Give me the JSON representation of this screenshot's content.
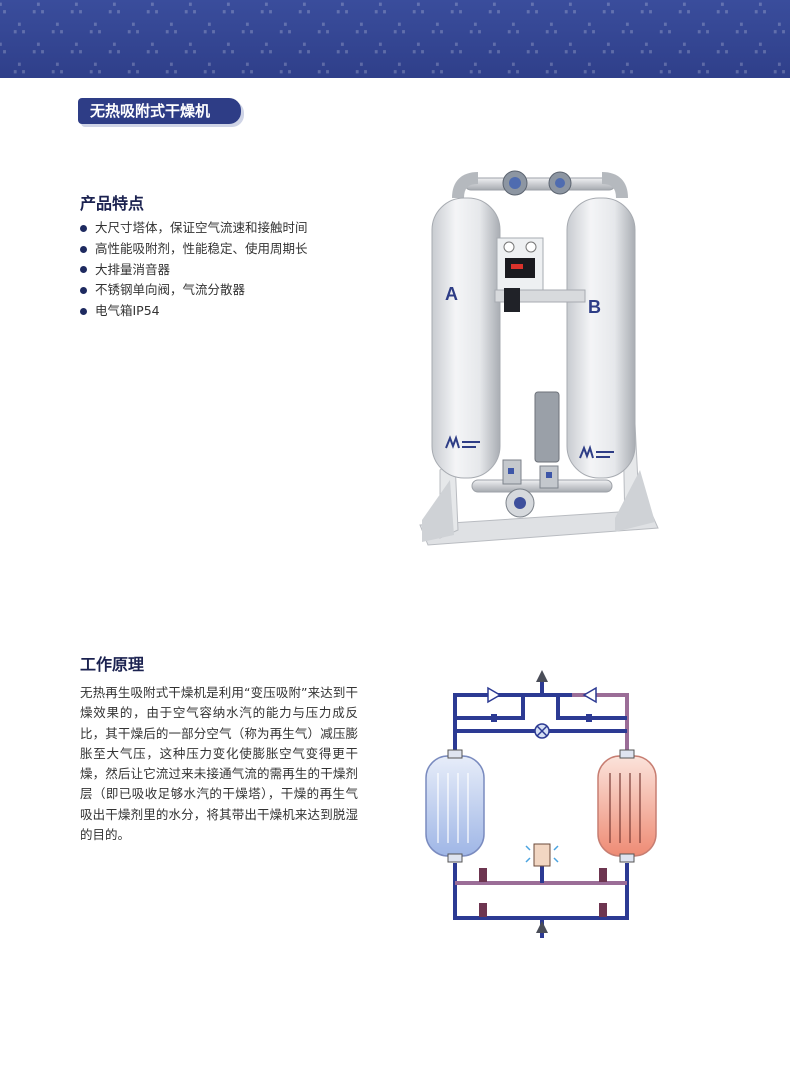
{
  "page_title": "无热吸附式干燥机",
  "features": {
    "heading": "产品特点",
    "items": [
      "大尺寸塔体，保证空气流速和接触时间",
      "高性能吸附剂，性能稳定、使用周期长",
      "大排量消音器",
      "不锈钢单向阀，气流分散器",
      "电气箱IP54"
    ]
  },
  "product_image": {
    "tower_a_label": "A",
    "tower_b_label": "B"
  },
  "principle": {
    "heading": "工作原理",
    "text": "无热再生吸附式干燥机是利用“变压吸附”来达到干燥效果的，由于空气容纳水汽的能力与压力成反比，其干燥后的一部分空气（称为再生气）减压膨胀至大气压，这种压力变化使膨胀空气变得更干燥，然后让它流过来未接通气流的需再生的干燥剂层（即已吸收足够水汽的干燥塔），干燥的再生气吸出干燥剂里的水分，将其带出干燥机来达到脱湿的目的。"
  },
  "colors": {
    "banner": "#2f3f8a",
    "pill": "#2e3d86",
    "heading": "#1b2250",
    "pipe_blue": "#2c3a93",
    "pipe_purple": "#9b6d97",
    "tank_cold": "#c5d3f0",
    "tank_hot": "#f19a86"
  }
}
